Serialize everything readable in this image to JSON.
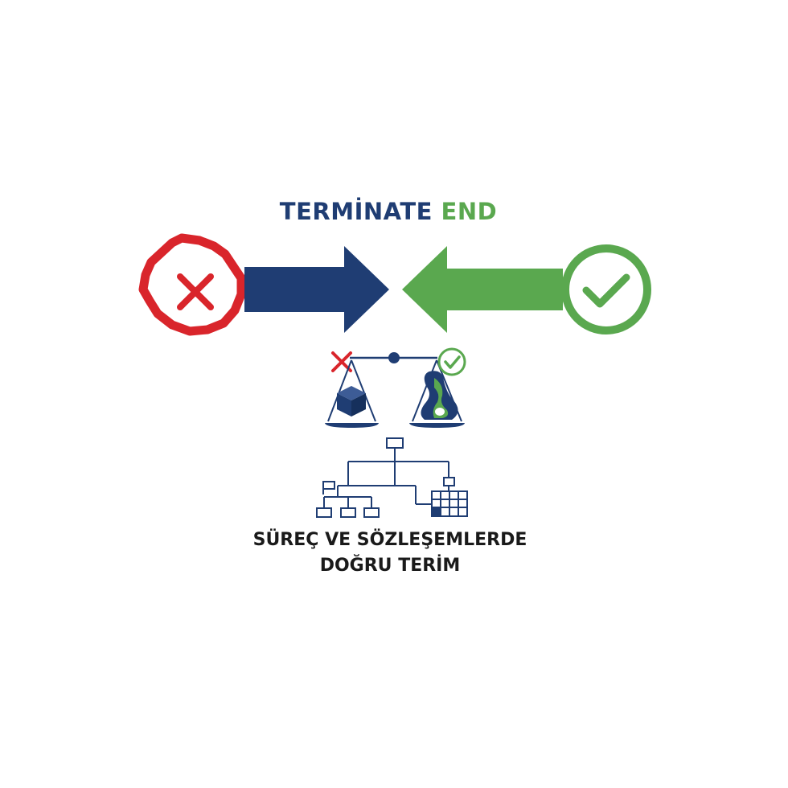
{
  "title": {
    "part1": "TERMİNATE",
    "part2": "END"
  },
  "caption": {
    "line1": "SÜREÇ VE SÖZLEŞEMLERDE",
    "line2": "DOĞRU TERİM"
  },
  "colors": {
    "blue": "#1f3d73",
    "green": "#5aa84f",
    "red": "#d9252b",
    "text": "#1a1a1a"
  },
  "icons": {
    "left_badge": "x-burst-icon",
    "right_badge": "check-circle-icon",
    "scale": "balance-scale-icon",
    "hierarchy": "process-flow-icon"
  }
}
